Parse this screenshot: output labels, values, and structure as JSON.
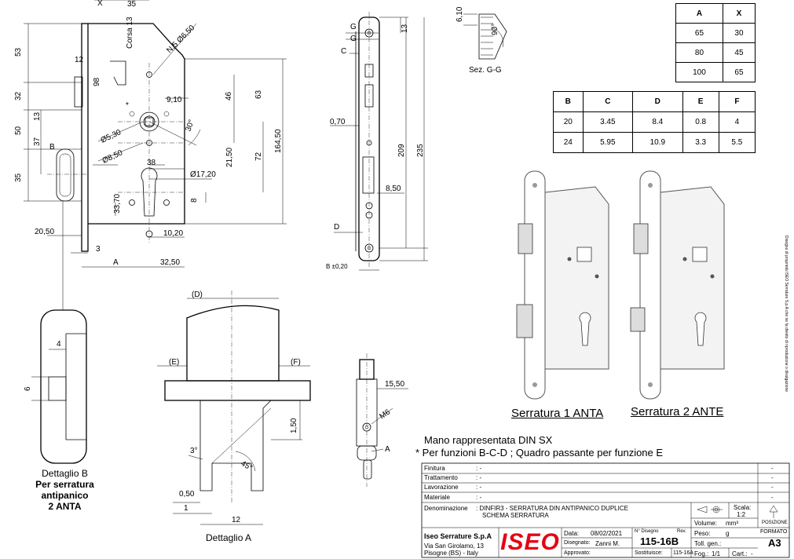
{
  "table_ax": {
    "headers": [
      "A",
      "X"
    ],
    "rows": [
      [
        "65",
        "30"
      ],
      [
        "80",
        "45"
      ],
      [
        "100",
        "65"
      ]
    ]
  },
  "table_bf": {
    "headers": [
      "B",
      "C",
      "D",
      "E",
      "F"
    ],
    "rows": [
      [
        "20",
        "3.45",
        "8.4",
        "0.8",
        "4"
      ],
      [
        "24",
        "5.95",
        "10.9",
        "3.3",
        "5.5"
      ]
    ]
  },
  "front_view_dims": {
    "x": "X",
    "d35": "35",
    "corsa": "Corsa 13",
    "hole": "N.5 Ø6,50",
    "d53": "53",
    "d12": "12",
    "d98": "98",
    "d32": "32",
    "d13": "13",
    "d50": "50",
    "d37": "37",
    "b": "B",
    "d46": "46",
    "d63": "63",
    "d72": "72",
    "d164": "164,50",
    "d910": "9,10",
    "d530": "Ø5,30",
    "d850": "Ø8,50",
    "d30deg": "30°",
    "d2150": "21,50",
    "d38": "38",
    "d1720": "Ø17,20",
    "d3370": "33,70",
    "d8": "8",
    "d1020": "10,20",
    "d2050": "20,50",
    "d3": "3",
    "a": "A",
    "d3250": "32,50",
    "star": "*"
  },
  "side_view_dims": {
    "g1": "G",
    "g2": "G",
    "c": "C",
    "d13": "13",
    "d070": "0,70",
    "d209": "209",
    "d235": "235",
    "d850": "8,50",
    "d": "D",
    "b": "B ±0,20"
  },
  "section_gg": {
    "d610": "6,10",
    "d90": "90°",
    "label": "Sez. G-G"
  },
  "detail_b": {
    "d4": "4",
    "d6": "6",
    "title": [
      "Dettaglio B",
      "Per serratura antipanico",
      "2 ANTA"
    ]
  },
  "detail_a": {
    "d": "(D)",
    "e": "(E)",
    "f": "(F)",
    "d150": "1,50",
    "d3": "3°",
    "d45": "45°",
    "d050": "0,50",
    "d1": "1",
    "d12": "12",
    "title": "Dettaglio A"
  },
  "detail_a2": {
    "d1550": "15,50",
    "m6": "M6",
    "a": "A"
  },
  "photo_labels": [
    "Serratura 1 ANTA",
    "Serratura 2 ANTE"
  ],
  "notes": [
    "Mano rappresentata DIN SX",
    "* Per funzioni B-C-D ; Quadro passante per funzione E"
  ],
  "title_block": {
    "finitura": "Finitura",
    "trattamento": "Trattamento",
    "lavorazione": "Lavorazione",
    "materiale": "Materiale",
    "colon": ": -",
    "dash": "-",
    "denominazione": "Denominazione",
    "denom_value1": ": DINFIR3 - SERRATURA DIN ANTIPANICO DUPLICE",
    "denom_value2": "SCHEMA SERRATURA",
    "scala": "Scala:",
    "scala_value": "1:2",
    "volume": "Volume:",
    "volume_unit": "mm³",
    "peso": "Peso:",
    "peso_unit": "g",
    "toll": "Toll. gen.:",
    "posizione": "POSIZIONE",
    "formato": "FORMATO",
    "formato_value": "A3",
    "company": "Iseo Serrature S.p.A",
    "address1": "Via San Girolamo, 13",
    "address2": "Pisogne (BS) - Italy",
    "logo": "ISEO",
    "data_label": "Data:",
    "data_value": "08/02/2021",
    "disegnato_label": "Disegnato:",
    "disegnato_value": "Zanni M.",
    "approvato_label": "Approvato:",
    "ndisegno_label": "N° Disegno",
    "rev_label": "Rev.",
    "ndisegno_value": "115-16B",
    "sostituisce_label": "Sostituisce:",
    "sostituisce_value": "115-16A",
    "fog_label": "Fog.:",
    "fog_value": "1/1",
    "cart_label": "Cart.:",
    "cart_value": "-",
    "side_note": "Disegno di proprietà ISEO Serrature S.p.A che ne fa divieto di riproduzione o divulgazione"
  }
}
